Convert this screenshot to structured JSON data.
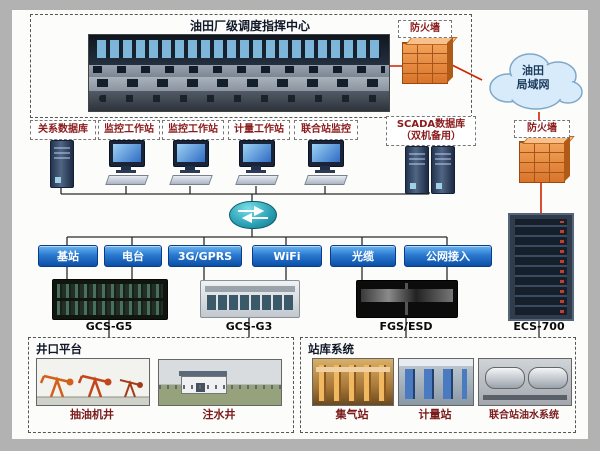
{
  "control_center": {
    "title": "油田厂级调度指挥中心"
  },
  "firewall_top": {
    "label": "防火墙"
  },
  "firewall_right": {
    "label": "防火墙"
  },
  "cloud": {
    "line1": "油田",
    "line2": "局域网"
  },
  "workstations": [
    {
      "label": "关系数据库"
    },
    {
      "label": "监控工作站"
    },
    {
      "label": "监控工作站"
    },
    {
      "label": "计量工作站"
    },
    {
      "label": "联合站监控"
    }
  ],
  "scada": {
    "line1": "SCADA数据库",
    "line2": "（双机备用）"
  },
  "links": [
    {
      "label": "基站"
    },
    {
      "label": "电台"
    },
    {
      "label": "3G/GPRS"
    },
    {
      "label": "WiFi"
    },
    {
      "label": "光缆"
    },
    {
      "label": "公网接入"
    }
  ],
  "equipment": [
    {
      "label": "GCS-G5"
    },
    {
      "label": "GCS-G3"
    },
    {
      "label": "FGS/ESD"
    },
    {
      "label": "ECS-700"
    }
  ],
  "wellhead": {
    "title": "井口平台",
    "items": [
      {
        "label": "抽油机井"
      },
      {
        "label": "注水井"
      }
    ]
  },
  "station": {
    "title": "站库系统",
    "items": [
      {
        "label": "集气站"
      },
      {
        "label": "计量站"
      },
      {
        "label": "联合站油水系统"
      }
    ]
  },
  "colors": {
    "accent_red": "#cf2200",
    "line_black": "#2b2b2b",
    "button_blue": "#0c4fa6",
    "firewall_orange": "#e07a2a"
  }
}
